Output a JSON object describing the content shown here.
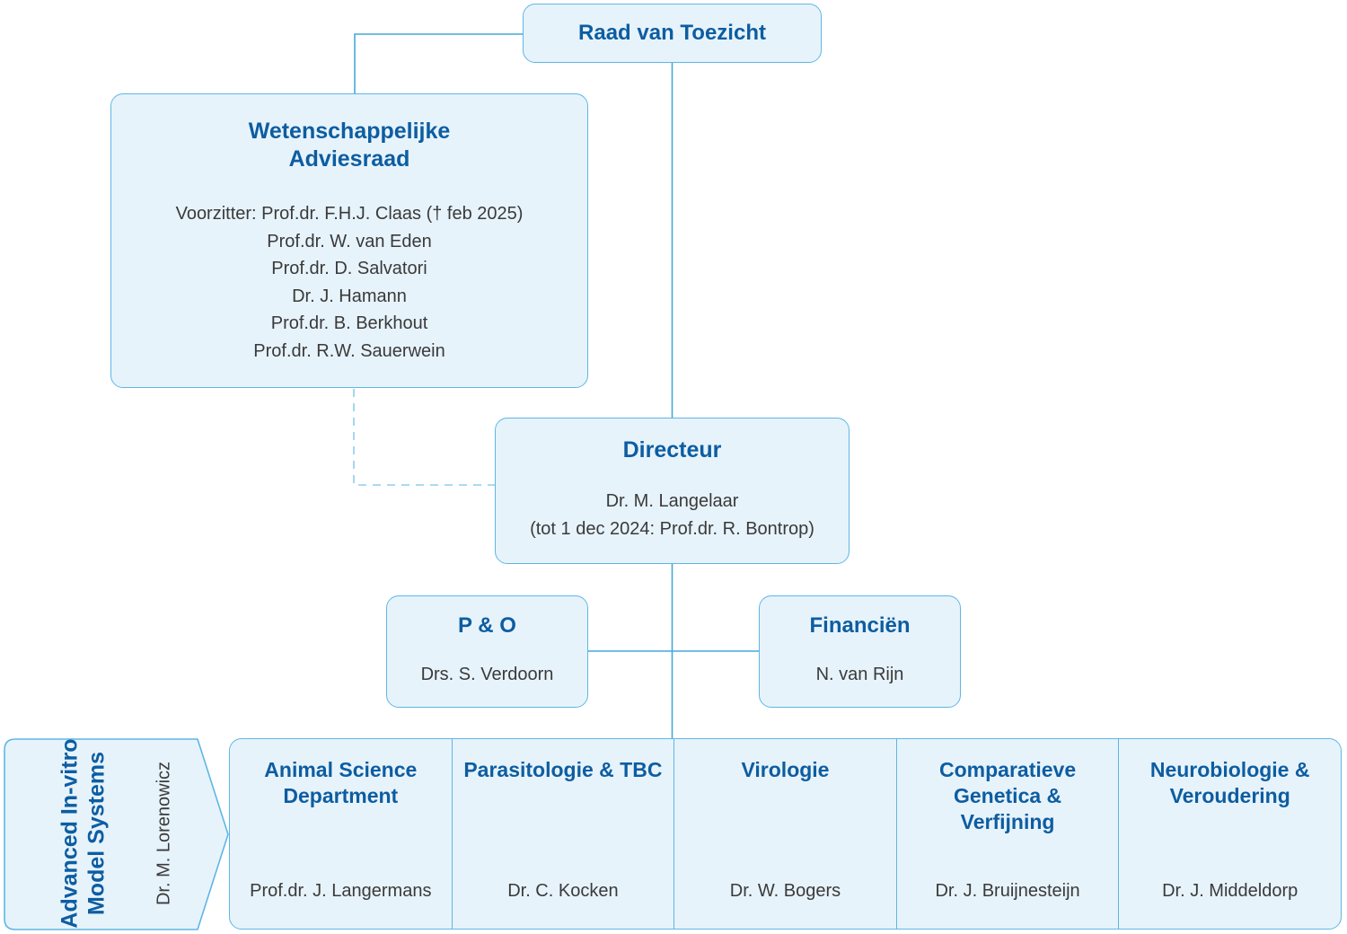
{
  "colors": {
    "box_fill": "#e7f3fb",
    "box_border": "#5fb6e6",
    "title_text": "#0d5da1",
    "body_text": "#3a3a3a",
    "connector": "#45a8dc",
    "dashed_connector": "#8ecdee"
  },
  "boxes": {
    "raad": {
      "title": "Raad van Toezicht"
    },
    "adviesraad": {
      "title": "Wetenschappelijke Adviesraad",
      "members": [
        "Voorzitter: Prof.dr. F.H.J. Claas († feb 2025)",
        "Prof.dr. W. van Eden",
        "Prof.dr. D. Salvatori",
        "Dr. J. Hamann",
        "Prof.dr. B. Berkhout",
        "Prof.dr. R.W. Sauerwein"
      ]
    },
    "directeur": {
      "title": "Directeur",
      "name": "Dr. M. Langelaar",
      "note": "(tot 1 dec 2024: Prof.dr. R. Bontrop)"
    },
    "po": {
      "title": "P & O",
      "name": "Drs. S. Verdoorn"
    },
    "financien": {
      "title": "Financiën",
      "name": "N. van Rijn"
    },
    "aims": {
      "title": "Advanced In-vitro Model Systems",
      "name": "Dr. M. Lorenowicz"
    },
    "departments": [
      {
        "title": "Animal Science Department",
        "head": "Prof.dr. J. Langermans"
      },
      {
        "title": "Parasitologie & TBC",
        "head": "Dr. C. Kocken"
      },
      {
        "title": "Virologie",
        "head": "Dr. W. Bogers"
      },
      {
        "title": "Comparatieve Genetica & Verfijning",
        "head": "Dr. J. Bruijnesteijn"
      },
      {
        "title": "Neurobiologie & Veroudering",
        "head": "Dr. J. Middeldorp"
      }
    ]
  }
}
